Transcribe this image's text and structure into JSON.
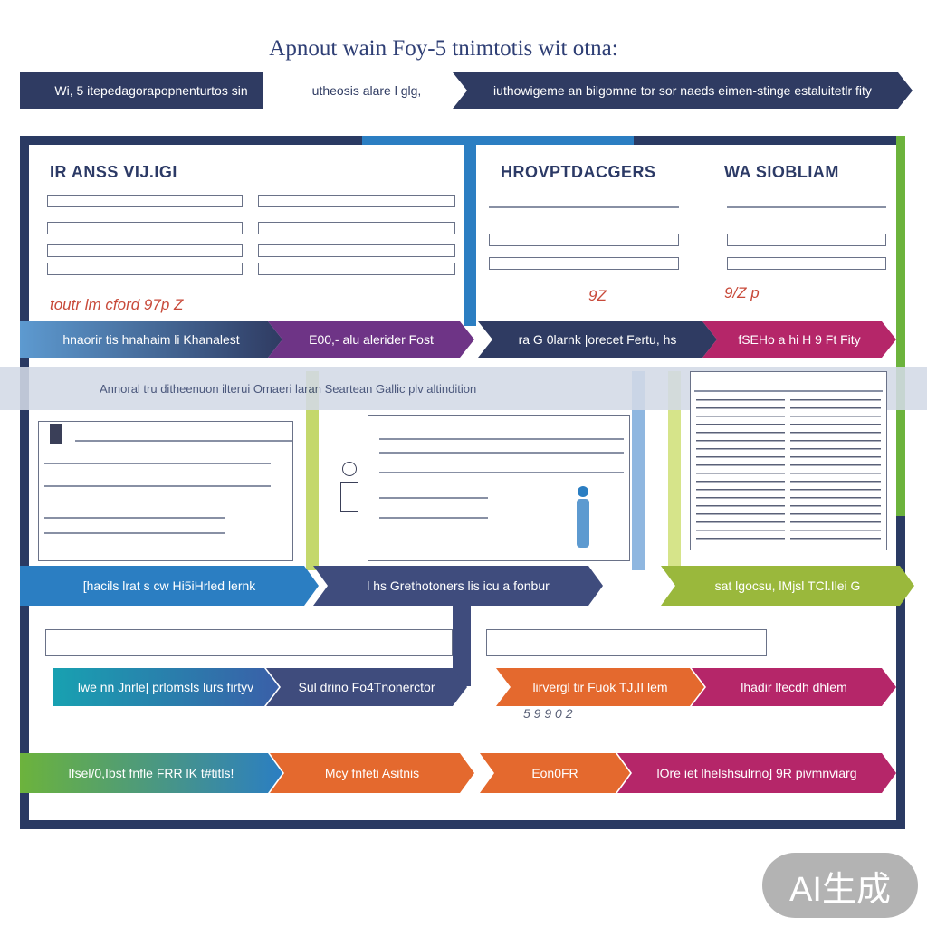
{
  "title": "Apnout wain Foy-5 tnimtotis wit otna:",
  "top_banner": {
    "left": "Wi, 5 itepedagorapopnenturtos sin",
    "mid": "utheosis alare l glg,",
    "right": "iuthowigeme an bilgomne tor sor naeds eimen-stinge estaluitetlr fity"
  },
  "sections": {
    "left": {
      "heading": "IR ANSS VIJ.IGI",
      "note": "toutr lm   cford  97p Z"
    },
    "mid": {
      "heading": "HROVPTDACGERS",
      "note": "9Z"
    },
    "right": {
      "heading": "WA SIOBLIAM",
      "note": "9/Z p"
    }
  },
  "row1_arrows": [
    "hnaorir tis hnahaim li Khanalest",
    "E00,- alu alerider Fost",
    "ra G 0larnk |orecet Fertu, hs",
    "fSEHo a hi H 9 Ft Fity"
  ],
  "band_text": "Annoral tru ditheenuon ilterui Omaeri laran Seartean Gallic plv altindition",
  "row2_arrows": [
    "[hacils lrat s cw Hi5iHrled lernk",
    "l hs  Grethotoners lis icu a fonbur",
    "sat lgocsu, lMjsl TCl.Ilei G"
  ],
  "row3_arrows": [
    "lwe  nn Jnrle| prlomsls lurs firtyv",
    "Sul drino Fo4Tnonerctor",
    "lirvergl tir Fuok TJ,II lem",
    "lhadir lfecdh dhlem"
  ],
  "annotation": "5 9 9 0 2",
  "row4_arrows": [
    "lfsel/0,Ibst fnfle FRR lK t#titls!",
    "Mcy fnfeti Asitnis",
    "Eon0FR",
    "lOre iet lhelshsulrno] 9R pivmnviarg"
  ],
  "watermark": "AI生成",
  "colors": {
    "navy": "#2f3b62",
    "slate": "#3f4c7d",
    "purple": "#6e3486",
    "magenta": "#b52669",
    "blue": "#2b7ec2",
    "teal": "#18a1b1",
    "orange": "#e4692e",
    "green": "#6cb33c",
    "olive": "#9ab83c"
  }
}
